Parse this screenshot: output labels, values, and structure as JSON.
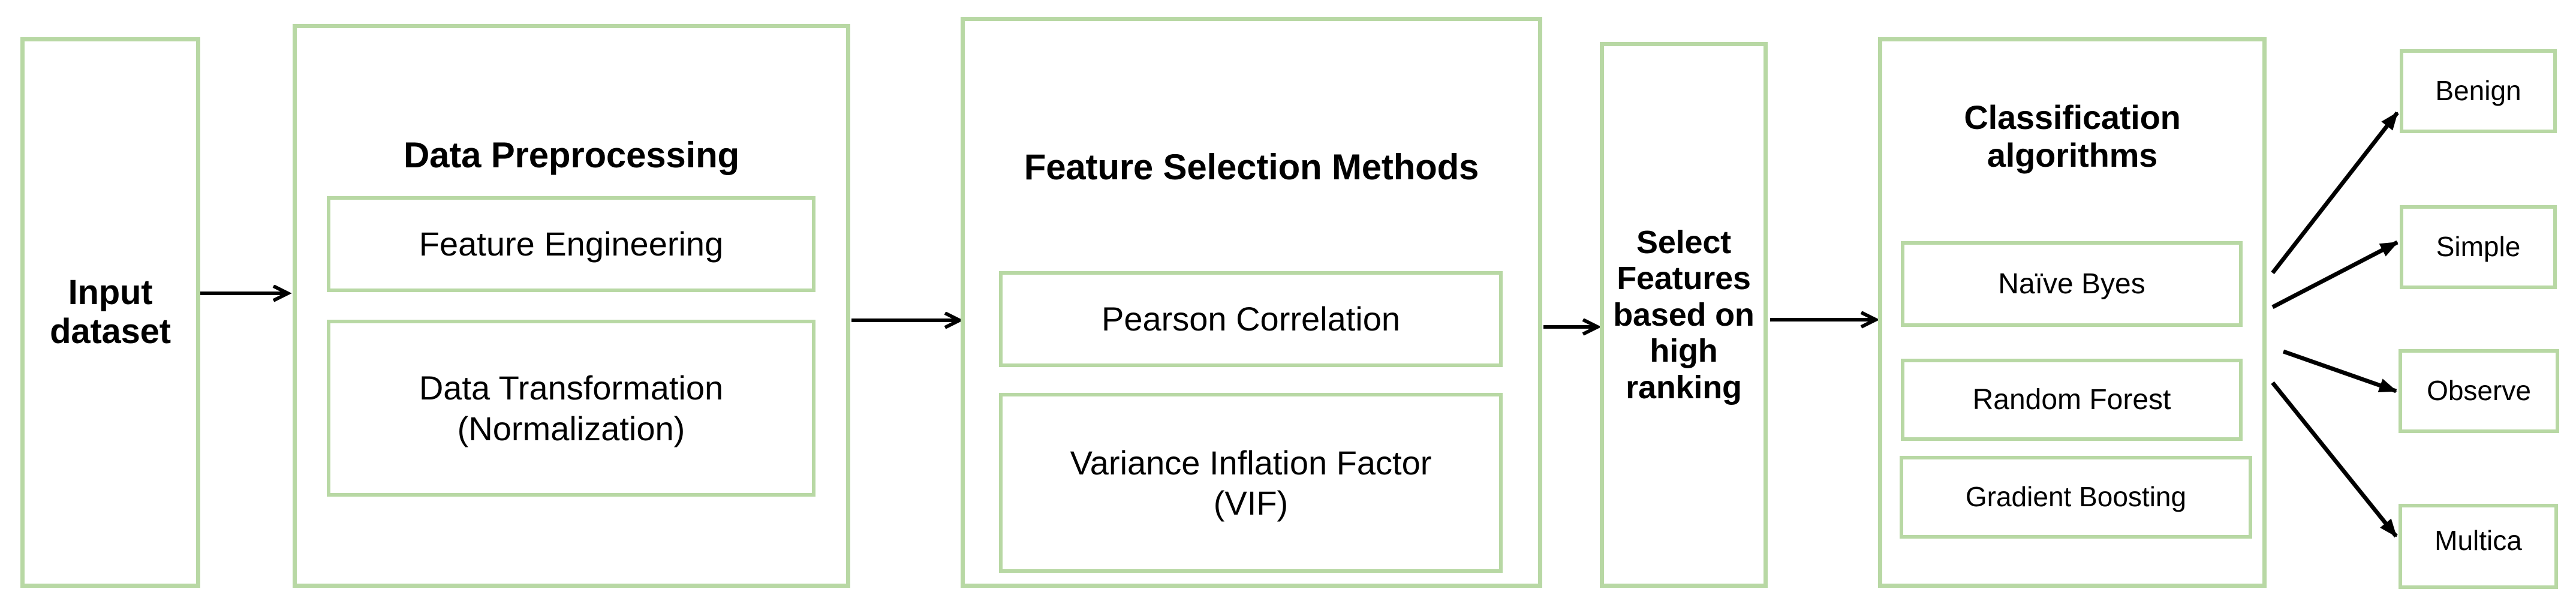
{
  "diagram": {
    "title": "Machine learning classification pipeline flowchart",
    "accent_color": "#b8d8a4",
    "text_color": "#000000",
    "background_color": "#ffffff",
    "arrow_color": "#000000"
  },
  "stages": {
    "input": {
      "label": "Input\ndataset"
    },
    "preprocessing": {
      "title": "Data Preprocessing",
      "items": [
        {
          "label": "Feature Engineering"
        },
        {
          "label": "Data Transformation\n(Normalization)"
        }
      ]
    },
    "feature_selection": {
      "title": "Feature Selection Methods",
      "items": [
        {
          "label": "Pearson Correlation"
        },
        {
          "label": "Variance Inflation Factor\n(VIF)"
        }
      ]
    },
    "select_features": {
      "label": "Select\nFeatures\nbased on\nhigh\nranking"
    },
    "classification": {
      "title": "Classification\nalgorithms",
      "items": [
        {
          "label": "Naïve Byes"
        },
        {
          "label": "Random Forest"
        },
        {
          "label": "Gradient Boosting"
        }
      ]
    },
    "outputs": [
      {
        "label": "Benign"
      },
      {
        "label": "Simple"
      },
      {
        "label": "Observe"
      },
      {
        "label": "Multica"
      }
    ]
  },
  "connectors": {
    "input_to_preprocessing": "arrow-right",
    "preprocessing_to_feature_selection": "arrow-right",
    "feature_selection_to_select_features": "arrow-right",
    "select_features_to_classification": "arrow-right",
    "classification_to_outputs": "fan-out-arrows"
  }
}
